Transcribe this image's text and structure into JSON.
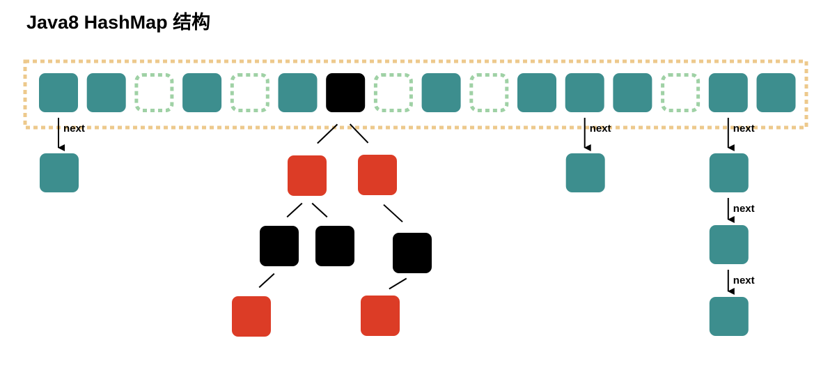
{
  "title": "Java8 HashMap 结构",
  "colors": {
    "bucket_fill": "#3d8e8e",
    "black_node": "#000000",
    "red_node": "#dc3c26",
    "empty_border": "#9fd1a5",
    "array_border": "#edc98c",
    "line": "#000000"
  },
  "buckets": [
    {
      "type": "filled"
    },
    {
      "type": "filled"
    },
    {
      "type": "empty"
    },
    {
      "type": "filled"
    },
    {
      "type": "empty"
    },
    {
      "type": "filled"
    },
    {
      "type": "black"
    },
    {
      "type": "empty"
    },
    {
      "type": "filled"
    },
    {
      "type": "empty"
    },
    {
      "type": "filled"
    },
    {
      "type": "filled"
    },
    {
      "type": "filled"
    },
    {
      "type": "empty"
    },
    {
      "type": "filled"
    },
    {
      "type": "filled"
    }
  ],
  "chains": [
    {
      "bucket_index": 0,
      "nodes": 1
    },
    {
      "bucket_index": 11,
      "nodes": 1
    },
    {
      "bucket_index": 14,
      "nodes": 3
    }
  ],
  "link_label": "next",
  "tree": {
    "root_bucket_index": 6,
    "nodes": [
      {
        "id": "r1",
        "color": "red",
        "parent": "root"
      },
      {
        "id": "r2",
        "color": "red",
        "parent": "root"
      },
      {
        "id": "b1",
        "color": "black",
        "parent": "r1"
      },
      {
        "id": "b2",
        "color": "black",
        "parent": "r1"
      },
      {
        "id": "b3",
        "color": "black",
        "parent": "r2"
      },
      {
        "id": "r3",
        "color": "red",
        "parent": "b1"
      },
      {
        "id": "r4",
        "color": "red",
        "parent": "b3"
      }
    ]
  }
}
